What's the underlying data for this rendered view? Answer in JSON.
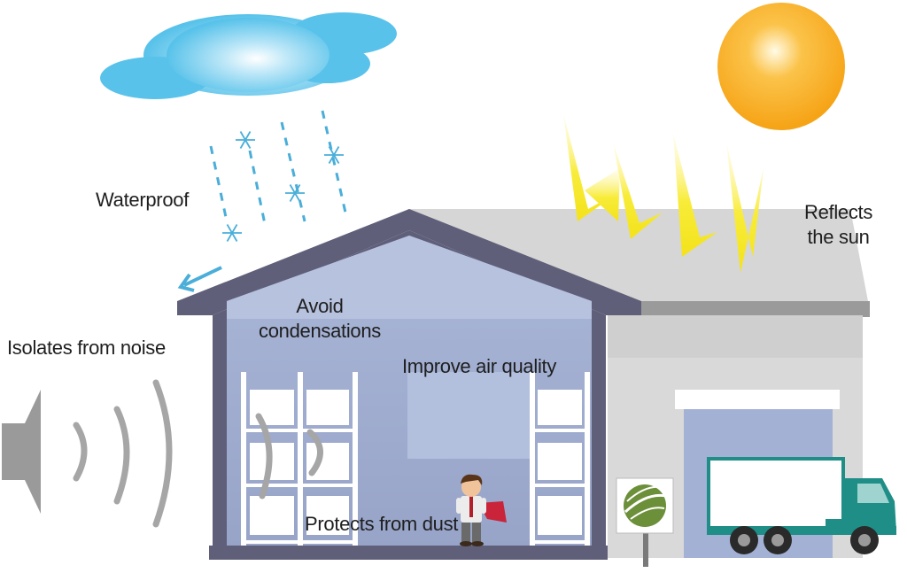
{
  "labels": {
    "waterproof": "Waterproof",
    "reflects_line1": "Reflects",
    "reflects_line2": "the sun",
    "noise": "Isolates from noise",
    "condensation_line1": "Avoid",
    "condensation_line2": "condensations",
    "air_quality": "Improve air quality",
    "dust": "Protects from dust"
  },
  "colors": {
    "roof_dark": "#5f5f7a",
    "roof_light": "#c9c9c9",
    "interior": "#9fadd0",
    "wall": "#d9d9d9",
    "cloud": "#5bc3ea",
    "sun": "#f7a41c",
    "rays": "#f6ea1a",
    "snow": "#4aaed9",
    "truck": "#1f8e87"
  },
  "icons": [
    "cloud-icon",
    "snowflake-icon",
    "sun-icon",
    "speaker-icon",
    "person-icon",
    "truck-icon",
    "logo-sign-icon"
  ]
}
